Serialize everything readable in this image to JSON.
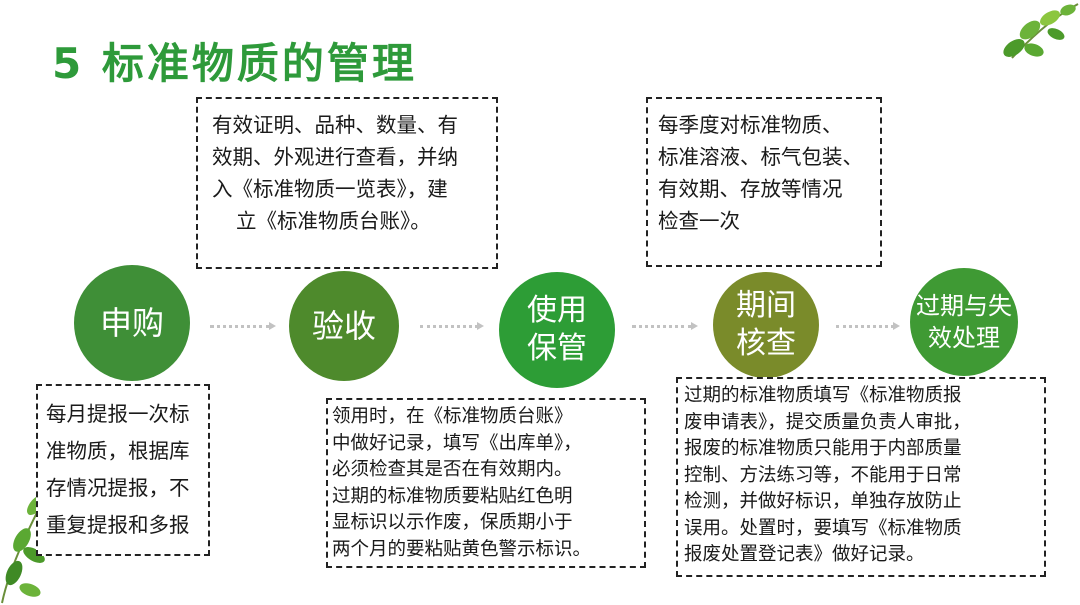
{
  "title": "5  标准物质的管理",
  "colors": {
    "title": "#2e9a3a",
    "circle_green": "#3f8f37",
    "circle_olive": "#7a8b2a",
    "circle_bright": "#2d9d36"
  },
  "steps": [
    {
      "label_lines": [
        "申购"
      ]
    },
    {
      "label_lines": [
        "验收"
      ]
    },
    {
      "label_lines": [
        "使用",
        "保管"
      ]
    },
    {
      "label_lines": [
        "期间",
        "核查"
      ]
    },
    {
      "label_lines": [
        "过期与失",
        "效处理"
      ]
    }
  ],
  "boxes": {
    "purchase": [
      "每月提报一次标",
      "准物质，根据库",
      "存情况提报，不",
      "重复提报和多报"
    ],
    "acceptance": [
      "有效证明、品种、数量、有",
      "效期、外观进行查看，并纳",
      "入《标准物质一览表》，建",
      "立《标准物质台账》。"
    ],
    "usage": [
      "领用时，在《标准物质台账》",
      "中做好记录，填写《出库单》，",
      "必须检查其是否在有效期内。",
      "过期的标准物质要粘贴红色明",
      "显标识以示作废，保质期小于",
      "两个月的要粘贴黄色警示标识。"
    ],
    "check": [
      "每季度对标准物质、",
      "标准溶液、标气包装、",
      "有效期、存放等情况",
      "检查一次"
    ],
    "expired": [
      "过期的标准物质填写《标准物质报",
      "废申请表》，提交质量负责人审批，",
      "报废的标准物质只能用于内部质量",
      "控制、方法练习等，不能用于日常",
      "检测，并做好标识，单独存放防止",
      "误用。处置时，要填写《标准物质",
      "报废处置登记表》做好记录。"
    ]
  },
  "icons": [
    "leaf-branch-icon"
  ]
}
